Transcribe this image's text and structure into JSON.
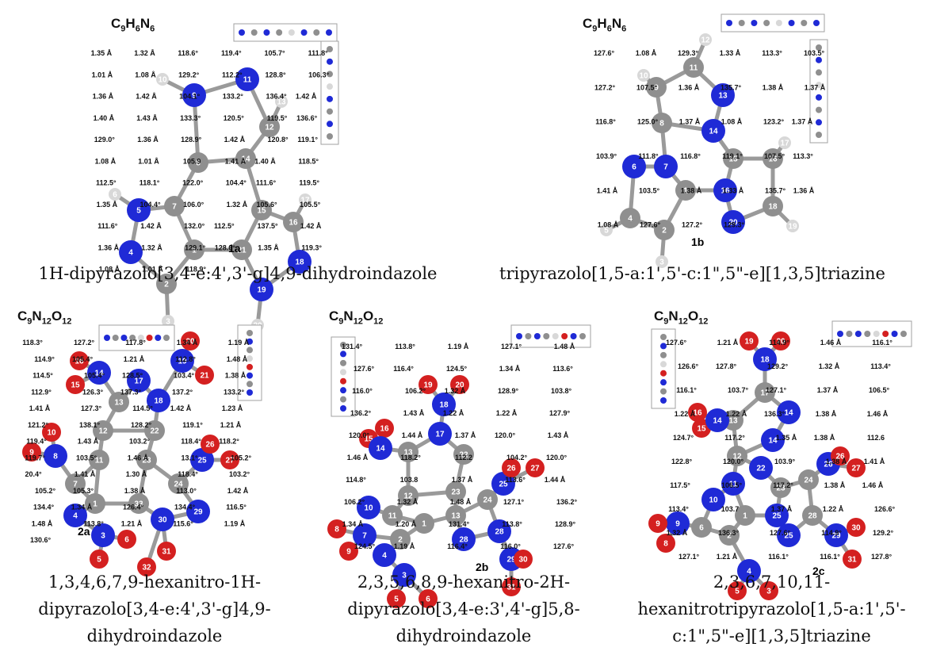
{
  "panels": [
    {
      "formula": {
        "c": "9",
        "h": "6",
        "n": "6"
      },
      "tag": "1a",
      "caption": [
        "1H-dipyrazolo[3,4-e:4',3'-g]4,9-dihydroindazole"
      ],
      "labels": [
        "1.35 Å",
        "1.32 Å",
        "118.6°",
        "119.4°",
        "105.7°",
        "111.8°",
        "1.01 Å",
        "1.08 Å",
        "129.2°",
        "112.2°",
        "128.8°",
        "106.3°",
        "1.36 Å",
        "1.42 Å",
        "104.1°",
        "133.2°",
        "136.4°",
        "1.42 Å",
        "1.40 Å",
        "1.43 Å",
        "133.3°",
        "120.5°",
        "119.5°",
        "136.6°",
        "129.0°",
        "1.36 Å",
        "128.9°",
        "1.42 Å",
        "120.8°",
        "119.1°",
        "1.08 Å",
        "1.01 Å",
        "105.9",
        "1.41 Å",
        "1.40 Å",
        "118.5°",
        "112.5°",
        "118.1°",
        "122.0°",
        "104.4°",
        "111.6°",
        "119.5°",
        "1.35 Å",
        "104.4°",
        "106.0°",
        "1.32 Å",
        "105.6°",
        "105.5°",
        "111.6°",
        "1.42 Å",
        "132.0°",
        "112.5°",
        "137.5°",
        "1.42 Å",
        "1.36 Å",
        "1.32 Å",
        "129.1°",
        "128.6°",
        "1.35 Å",
        "119.3°",
        "1.08 Å",
        "1.01 Å",
        "118.9°"
      ]
    },
    {
      "formula": {
        "c": "9",
        "h": "6",
        "n": "6"
      },
      "tag": "1b",
      "caption": [
        "tripyrazolo[1,5-a:1',5'-c:1\",5\"-e][1,3,5]triazine"
      ],
      "labels": [
        "127.6°",
        "1.08 Å",
        "129.3°",
        "1.33 Å",
        "113.3°",
        "103.5°",
        "127.2°",
        "107.5°",
        "1.36 Å",
        "135.7°",
        "1.38 Å",
        "1.37 Å",
        "116.8°",
        "125.0°",
        "1.37 Å",
        "1.08 Å",
        "123.2°",
        "1.37 Å",
        "103.9°",
        "111.8°",
        "116.8°",
        "119.1°",
        "107.5°",
        "113.3°",
        "1.41 Å",
        "103.5°",
        "1.38 Å",
        "1.33 Å",
        "135.7°",
        "1.36 Å",
        "1.08 Å",
        "127.6°",
        "127.2°",
        "129.3°"
      ]
    },
    {
      "formula": {
        "c": "9",
        "n": "12",
        "o": "12"
      },
      "tag": "2a",
      "caption": [
        "1,3,4,6,7,9-hexanitro-1H-",
        "dipyrazolo[3,4-e:4',3'-g]4,9-",
        "dihydroindazole"
      ],
      "labels": [
        "118.3°",
        "127.2°",
        "117.8°",
        "1.34 Å",
        "1.19 Å",
        "114.9°",
        "105.4°",
        "1.21 Å",
        "112.8°",
        "1.48 Å",
        "114.5°",
        "105.4°",
        "128.5°",
        "103.4°",
        "1.38 Å",
        "112.9°",
        "126.3°",
        "137.3°",
        "137.2°",
        "133.2°",
        "1.41 Å",
        "127.3°",
        "114.5°",
        "1.42 Å",
        "1.23 Å",
        "121.2°",
        "138.1°",
        "128.2°",
        "119.1°",
        "1.21 Å",
        "119.4°",
        "1.43 Å",
        "103.2°",
        "118.4°",
        "118.2°",
        "119.7°",
        "103.5°",
        "1.46 Å",
        "13.1°",
        "105.2°",
        "20.4°",
        "1.41 Å",
        "1.30 Å",
        "118.4°",
        "103.2°",
        "105.2°",
        "105.3°",
        "1.38 Å",
        "113.0°",
        "1.42 Å",
        "134.4°",
        "1.34 Å",
        "126.4°",
        "134.4°",
        "116.5°",
        "1.48 Å",
        "113.8°",
        "1.21 Å",
        "115.6°",
        "1.19 Å",
        "130.6°"
      ]
    },
    {
      "formula": {
        "c": "9",
        "n": "12",
        "o": "12"
      },
      "tag": "2b",
      "caption": [
        "2,3,5,6,8,9-hexanitro-2H-",
        "dipyrazolo[3,4-e:3',4'-g]5,8-",
        "dihydroindazole"
      ],
      "labels": [
        "131.4°",
        "113.8°",
        "1.19 Å",
        "127.1°",
        "1.48 Å",
        "127.6°",
        "116.4°",
        "124.5°",
        "1.34 Å",
        "113.6°",
        "116.0°",
        "106.2°",
        "1.32 Å",
        "128.9°",
        "103.8°",
        "136.2°",
        "1.43 Å",
        "1.22 Å",
        "1.22 Å",
        "127.9°",
        "120.0°",
        "1.44 Å",
        "1.37 Å",
        "120.0°",
        "1.43 Å",
        "1.46 Å",
        "118.2°",
        "112.2",
        "104.2°",
        "120.0°",
        "114.8°",
        "103.8",
        "1.37 Å",
        "113.6°",
        "1.44 Å",
        "106.2°",
        "1.32 Å",
        "1.48 Å",
        "127.1°",
        "136.2°",
        "1.34 Å",
        "1.20 Å",
        "131.4°",
        "113.8°",
        "128.9°",
        "124.5°",
        "1.19 Å",
        "116.4°",
        "116.0°",
        "127.6°"
      ]
    },
    {
      "formula": {
        "c": "9",
        "n": "12",
        "o": "12"
      },
      "tag": "2c",
      "caption": [
        "2,3,6,7,10,11-",
        "hexanitrotripyrazolo[1,5-a:1',5'-",
        "c:1\",5\"-e][1,3,5]triazine"
      ],
      "labels": [
        "127.6°",
        "1.21 Å",
        "114.9°",
        "1.46 Å",
        "116.1°",
        "126.6°",
        "127.8°",
        "129.2°",
        "1.32 Å",
        "113.4°",
        "116.1°",
        "103.7°",
        "127.1°",
        "1.37 Å",
        "106.5°",
        "1.22 Å",
        "1.22 Å",
        "136.3°",
        "1.38 Å",
        "1.46 Å",
        "124.7°",
        "117.2°",
        "1.35 Å",
        "1.38 Å",
        "112.6",
        "122.8°",
        "120.0°",
        "103.9°",
        "1.38 Å",
        "1.41 Å",
        "117.5°",
        "106.5°",
        "117.2°",
        "1.38 Å",
        "1.46 Å",
        "113.4°",
        "103.7",
        "1.37 Å",
        "1.22 Å",
        "126.6°",
        "1.32 Å",
        "136.3°",
        "127.6°",
        "114.9°",
        "129.2°",
        "127.1°",
        "1.21 Å",
        "116.1°",
        "116.1°",
        "127.8°"
      ]
    }
  ],
  "colors": {
    "nitrogen": "#1f2ad6",
    "carbon": "#8f8f8f",
    "hydrogen": "#d8d8d8",
    "oxygen": "#d42020"
  }
}
